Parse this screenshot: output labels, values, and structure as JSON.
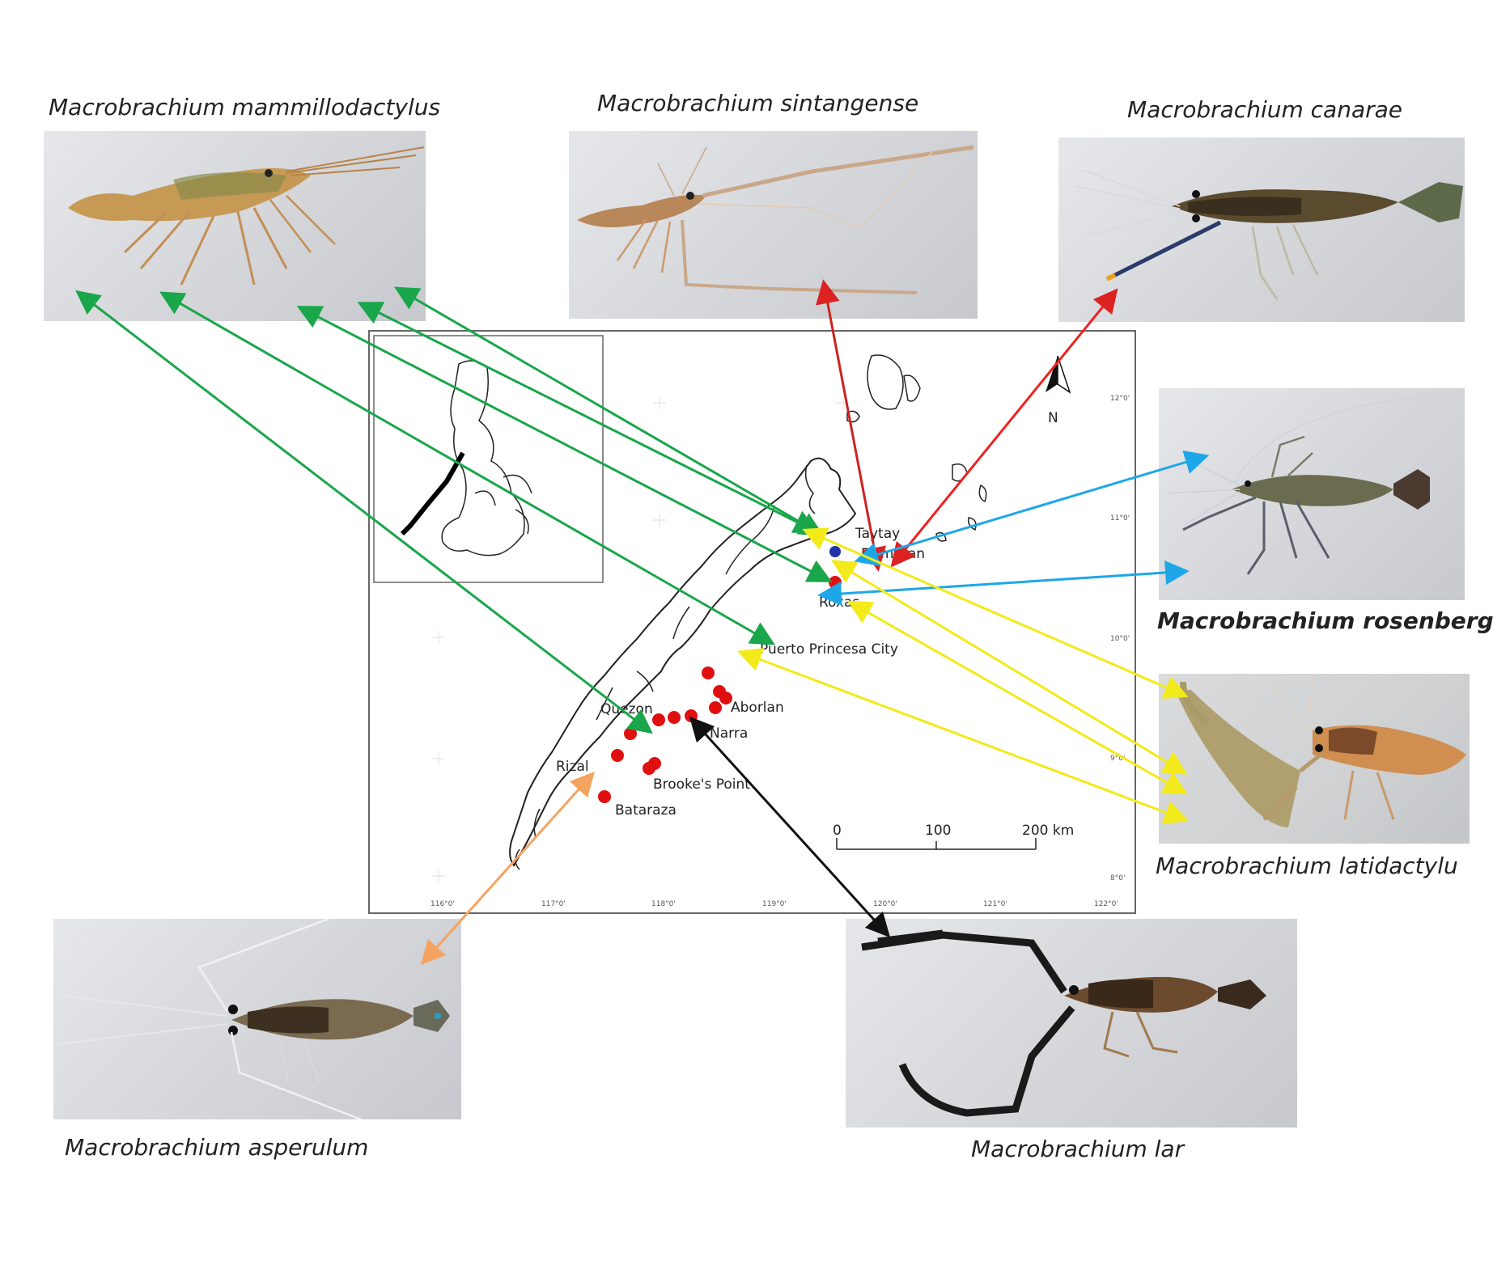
{
  "species": {
    "mammillodactylus": "Macrobrachium mammillodactylus",
    "sintangense": "Macrobrachium sintangense",
    "canarae": "Macrobrachium canarae",
    "rosenbergii": "Macrobrachium rosenberg",
    "latidactylus": "Macrobrachium latidactylu",
    "asperulum": "Macrobrachium asperulum",
    "lar": "Macrobrachium lar"
  },
  "map": {
    "places": {
      "taytay": "Taytay",
      "dumaran": "Dumaran",
      "roxas": "Roxas",
      "puerto_princesa": "Puerto Princesa City",
      "aborlan": "Aborlan",
      "quezon": "Quezon",
      "narra": "Narra",
      "rizal": "Rizal",
      "brookes_point": "Brooke's Point",
      "bataraza": "Bataraza"
    },
    "north_label": "N",
    "scale_bar": {
      "labels": [
        "0",
        "100",
        "200 km"
      ]
    },
    "lat_ticks": [
      "12°0'",
      "11°0'",
      "10°0'",
      "9°0'",
      "8°0'"
    ],
    "lon_ticks": [
      "116°0'",
      "117°0'",
      "118°0'",
      "119°0'",
      "120°0'",
      "121°0'",
      "122°0'"
    ]
  },
  "colors": {
    "mammillodactylus_arrows": "#1aa64a",
    "sintangense_arrow": "#cc2222",
    "canarae_arrow": "#ee2222",
    "rosenbergii_arrows": "#1ea7e8",
    "latidactylus_arrows": "#f2ea1a",
    "asperulum_arrow": "#f4a460",
    "lar_arrow": "#111111",
    "site_marker": "#e01010"
  }
}
